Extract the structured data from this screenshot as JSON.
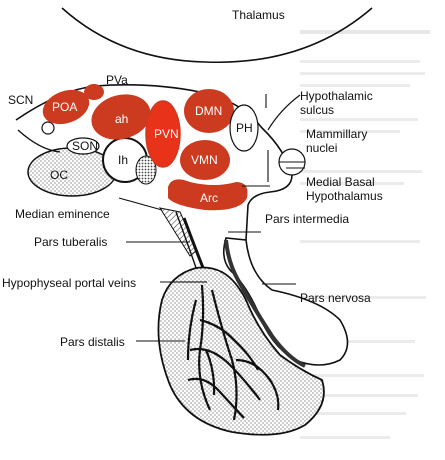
{
  "colors": {
    "nucleus_fill": "#cc3a1f",
    "outline": "#111111",
    "stipple": "#555555",
    "background_print": "#bdbdbd"
  },
  "labels": {
    "thalamus": "Thalamus",
    "hypothalamic_sulcus": "Hypothalamic\nsulcus",
    "mammillary_nuclei": "Mammillary\nnuclei",
    "medial_basal_hypothalamus": "Medial Basal\nHypothalamus",
    "median_eminence": "Median eminence",
    "pars_intermedia": "Pars intermedia",
    "pars_tuberalis": "Pars tuberalis",
    "hypophyseal_portal_veins": "Hypophyseal portal veins",
    "pars_nervosa": "Pars nervosa",
    "pars_distalis": "Pars distalis",
    "scn": "SCN",
    "pva": "PVa",
    "son": "SON",
    "oc": "OC",
    "ih": "Ih",
    "ph": "PH"
  },
  "nuclei": {
    "poa": "POA",
    "ah": "ah",
    "pvn": "PVN",
    "dmn": "DMN",
    "vmn": "VMN",
    "arc": "Arc"
  }
}
